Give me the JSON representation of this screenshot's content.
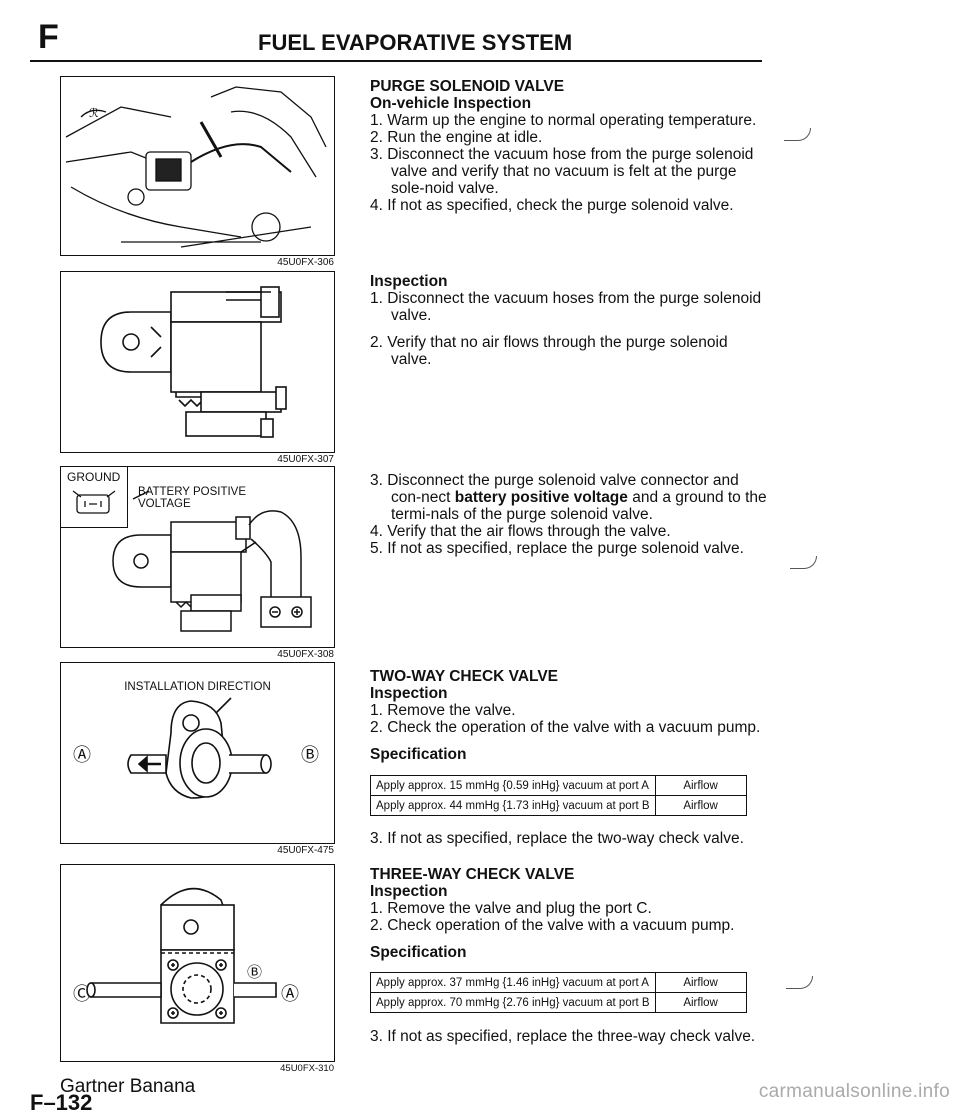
{
  "header": {
    "section_letter": "F",
    "title": "FUEL EVAPORATIVE SYSTEM"
  },
  "figures": [
    {
      "code": "45U0FX-306"
    },
    {
      "code": "45U0FX-307"
    },
    {
      "code": "45U0FX-308",
      "labels": {
        "ground": "GROUND",
        "battery": "BATTERY POSITIVE\nVOLTAGE"
      }
    },
    {
      "code": "45U0FX-475",
      "labels": {
        "direction": "INSTALLATION DIRECTION",
        "port_a": "Ⓐ",
        "port_b": "Ⓑ"
      }
    },
    {
      "code": "45U0FX-310",
      "labels": {
        "port_a": "Ⓐ",
        "port_b": "Ⓑ",
        "port_c": "Ⓒ"
      }
    }
  ],
  "purge": {
    "title": "PURGE SOLENOID VALVE",
    "onvehicle_heading": "On-vehicle Inspection",
    "onvehicle_steps": [
      "1. Warm up the engine to normal operating temperature.",
      "2. Run the engine at idle.",
      "3. Disconnect the vacuum hose from the purge solenoid valve and verify that no vacuum is felt at the purge sole-noid valve.",
      "4. If not as specified, check the purge solenoid valve."
    ],
    "inspection_heading": "Inspection",
    "inspection_steps": [
      "1. Disconnect the vacuum hoses from the purge solenoid valve.",
      "2. Verify that no air flows through the purge solenoid valve."
    ],
    "step3_pre": "3. Disconnect the purge solenoid valve connector and con-nect ",
    "step3_bold": "battery positive voltage",
    "step3_post": " and a ground to the termi-nals of the purge solenoid valve.",
    "more_steps": [
      "4. Verify that the air flows through the valve.",
      "5. If not as specified, replace the purge solenoid valve."
    ]
  },
  "two_way": {
    "title": "TWO-WAY CHECK VALVE",
    "inspection_heading": "Inspection",
    "steps": [
      "1. Remove the valve.",
      "2. Check the operation of the valve with a vacuum pump."
    ],
    "spec_heading": "Specification",
    "spec_rows": [
      {
        "condition": "Apply approx. 15 mmHg {0.59 inHg} vacuum at port A",
        "result": "Airflow"
      },
      {
        "condition": "Apply approx. 44 mmHg {1.73 inHg} vacuum at port B",
        "result": "Airflow"
      }
    ],
    "final_step": "3. If not as specified, replace the two-way check valve."
  },
  "three_way": {
    "title": "THREE-WAY CHECK VALVE",
    "inspection_heading": "Inspection",
    "steps": [
      "1. Remove the valve and plug the port C.",
      "2. Check operation of the valve with a vacuum pump."
    ],
    "spec_heading": "Specification",
    "spec_rows": [
      {
        "condition": "Apply approx. 37 mmHg {1.46 inHg} vacuum at port A",
        "result": "Airflow"
      },
      {
        "condition": "Apply approx. 70 mmHg {2.76 inHg} vacuum at port B",
        "result": "Airflow"
      }
    ],
    "final_step": "3. If not as specified, replace the three-way check valve."
  },
  "footer": {
    "name": "Gartner Banana",
    "page": "F–132",
    "watermark": "carmanualsonline.info"
  }
}
